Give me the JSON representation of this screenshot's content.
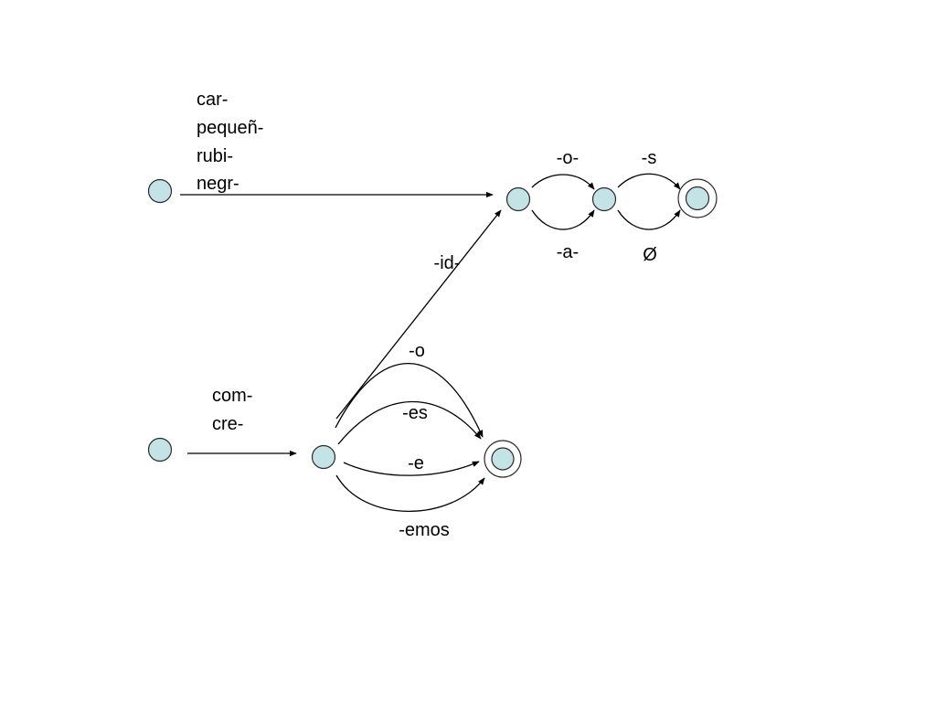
{
  "nodes": [
    {
      "id": "adj-start",
      "final": false
    },
    {
      "id": "adj-stem",
      "final": false
    },
    {
      "id": "adj-gender",
      "final": false
    },
    {
      "id": "adj-end",
      "final": true
    },
    {
      "id": "verb-start",
      "final": false
    },
    {
      "id": "verb-stem",
      "final": false
    },
    {
      "id": "verb-end",
      "final": true
    }
  ],
  "labels": {
    "adj_stems": [
      "car-",
      "pequeñ-",
      "rubi-",
      "negr-"
    ],
    "verb_stems": [
      "com-",
      "cre-"
    ],
    "gender_masc": "-o-",
    "gender_fem": "-a-",
    "number_plural": "-s",
    "number_null": "Ø",
    "participle": "-id-",
    "verb_o": "-o",
    "verb_es": "-es",
    "verb_e": "-e",
    "verb_emos": "-emos"
  },
  "edges": [
    {
      "from": "adj-start",
      "to": "adj-stem",
      "label_key": "adj_stems"
    },
    {
      "from": "adj-stem",
      "to": "adj-gender",
      "label_key": "gender_masc"
    },
    {
      "from": "adj-stem",
      "to": "adj-gender",
      "label_key": "gender_fem"
    },
    {
      "from": "adj-gender",
      "to": "adj-end",
      "label_key": "number_plural"
    },
    {
      "from": "adj-gender",
      "to": "adj-end",
      "label_key": "number_null"
    },
    {
      "from": "verb-start",
      "to": "verb-stem",
      "label_key": "verb_stems"
    },
    {
      "from": "verb-stem",
      "to": "adj-stem",
      "label_key": "participle"
    },
    {
      "from": "verb-stem",
      "to": "verb-end",
      "label_key": "verb_o"
    },
    {
      "from": "verb-stem",
      "to": "verb-end",
      "label_key": "verb_es"
    },
    {
      "from": "verb-stem",
      "to": "verb-end",
      "label_key": "verb_e"
    },
    {
      "from": "verb-stem",
      "to": "verb-end",
      "label_key": "verb_emos"
    }
  ],
  "colors": {
    "node_fill": "#c4e3e6",
    "stroke": "#000000"
  }
}
